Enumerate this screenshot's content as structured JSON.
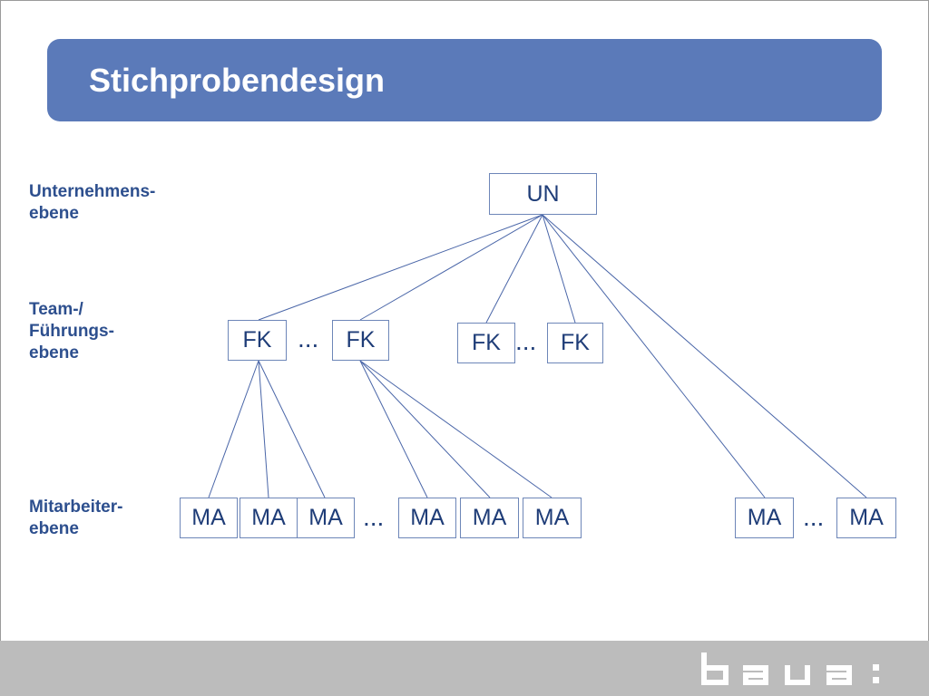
{
  "header": {
    "title": "Stichprobendesign"
  },
  "levels": {
    "company": [
      "Unternehmens-",
      "ebene"
    ],
    "team": [
      "Team-/",
      "Führungs-",
      "ebene"
    ],
    "employee": [
      "Mitarbeiter-",
      "ebene"
    ]
  },
  "nodes": {
    "un": "UN",
    "fk": [
      "FK",
      "FK",
      "FK",
      "FK"
    ],
    "ma": [
      "MA",
      "MA",
      "MA",
      "MA",
      "MA",
      "MA",
      "MA",
      "MA"
    ]
  },
  "ellipsis": "...",
  "logo": {
    "text": "baua:",
    "color": "#ffffff"
  },
  "colors": {
    "title_bar": "#5b7ab9",
    "label": "#2d4f8e",
    "node_text": "#1f3d78",
    "footer": "#bcbcbc"
  }
}
